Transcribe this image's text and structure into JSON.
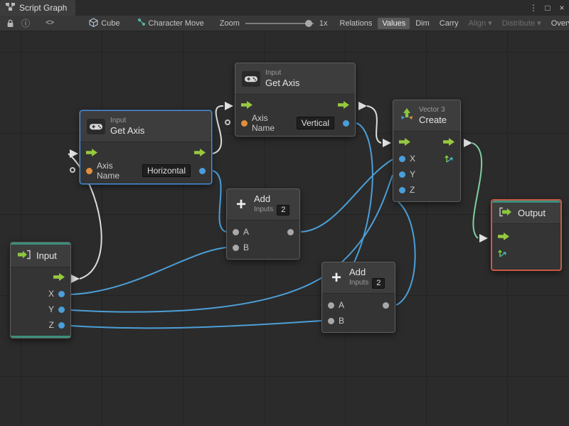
{
  "window": {
    "tab": {
      "title": "Script Graph"
    },
    "controls": {
      "menu": "⋮",
      "maximize": "□",
      "close": "×"
    }
  },
  "icons": {
    "kebab": "⋮",
    "maximize": "□",
    "close": "×",
    "info": "ⓘ",
    "code": "<>",
    "chevron_down": "▾",
    "plus": "+"
  },
  "toolbar": {
    "target": "Cube",
    "graph": "Character Move",
    "zoom_label": "Zoom",
    "zoom_value": "1x",
    "relations": "Relations",
    "values": "Values",
    "dim": "Dim",
    "carry": "Carry",
    "align": "Align",
    "distribute": "Distribute",
    "overview": "Overv"
  },
  "nodes": {
    "get_axis_vertical": {
      "category": "Input",
      "title": "Get Axis",
      "port_label": "Axis Name",
      "value": "Vertical"
    },
    "get_axis_horizontal": {
      "category": "Input",
      "title": "Get Axis",
      "port_label": "Axis Name",
      "value": "Horizontal"
    },
    "add_1": {
      "title": "Add",
      "inputs_label": "Inputs",
      "inputs_count": "2",
      "ports": [
        "A",
        "B"
      ]
    },
    "add_2": {
      "title": "Add",
      "inputs_label": "Inputs",
      "inputs_count": "2",
      "ports": [
        "A",
        "B"
      ]
    },
    "vector3_create": {
      "category": "Vector 3",
      "title": "Create",
      "ports": [
        "X",
        "Y",
        "Z"
      ]
    },
    "graph_input": {
      "title": "Input",
      "ports": [
        "X",
        "Y",
        "Z"
      ]
    },
    "graph_output": {
      "title": "Output"
    }
  },
  "colors": {
    "value_wire": "#4c9fd7",
    "flow_wire": "#dcdcdc",
    "result_wire": "#7fcf9f",
    "selection_blue": "#4a90e2",
    "selection_red": "#c85a45",
    "accent_teal": "#3c8e7c",
    "flow_green": "#97c93f",
    "port_blue": "#4a9eda",
    "port_orange": "#e08f3c",
    "port_gray": "#a8a8a8"
  }
}
